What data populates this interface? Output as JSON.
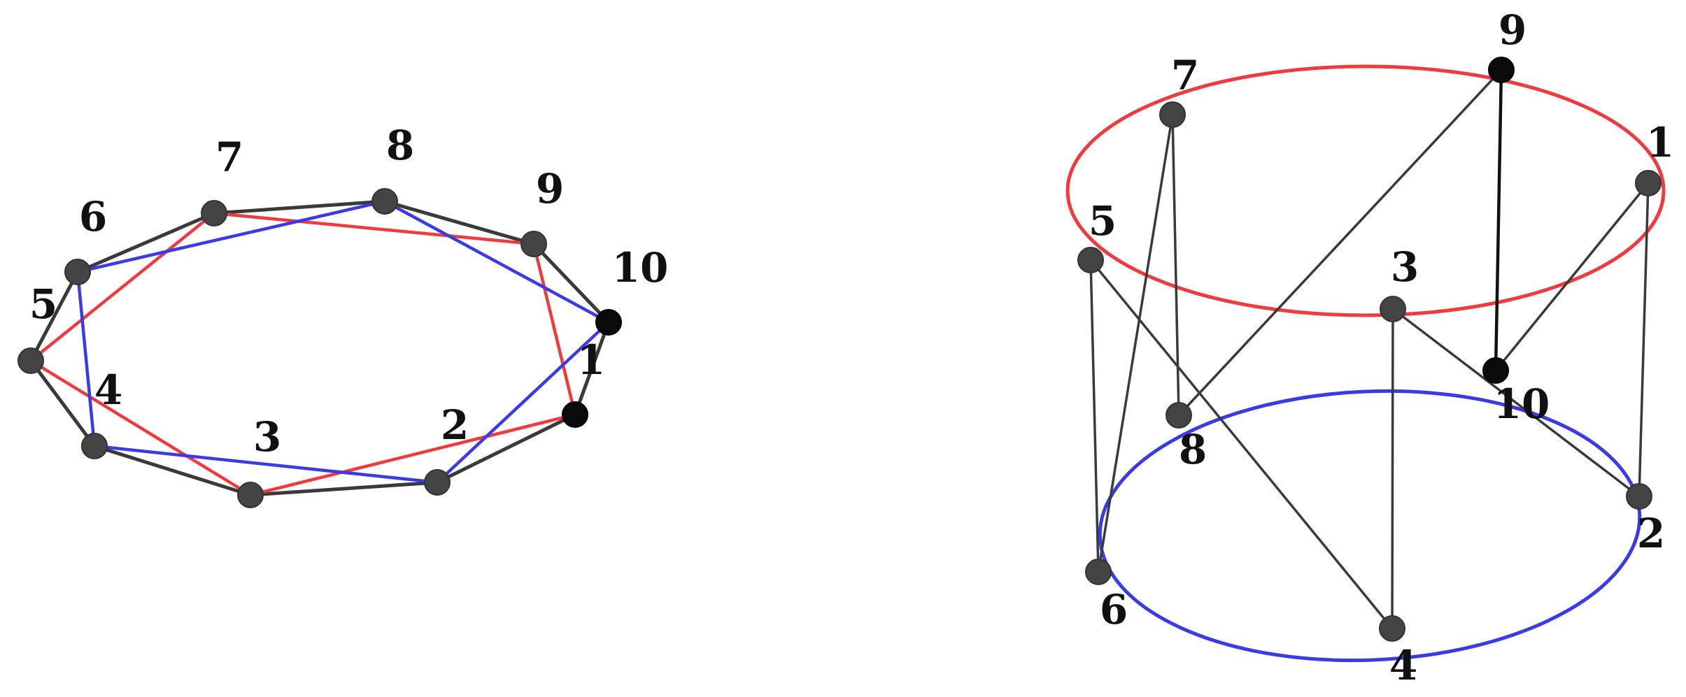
{
  "colors": {
    "gray": "#3a3a3a",
    "red": "#f03a3e",
    "blue": "#3a3ae6",
    "node_gray": "#444444",
    "node_dark": "#0a0a0a"
  },
  "graph1": {
    "nodes": [
      {
        "id": "1",
        "label": "1",
        "style": "dark"
      },
      {
        "id": "2",
        "label": "2",
        "style": "gray"
      },
      {
        "id": "3",
        "label": "3",
        "style": "gray"
      },
      {
        "id": "4",
        "label": "4",
        "style": "gray"
      },
      {
        "id": "5",
        "label": "5",
        "style": "gray"
      },
      {
        "id": "6",
        "label": "6",
        "style": "gray"
      },
      {
        "id": "7",
        "label": "7",
        "style": "gray"
      },
      {
        "id": "8",
        "label": "8",
        "style": "gray"
      },
      {
        "id": "9",
        "label": "9",
        "style": "gray"
      },
      {
        "id": "10",
        "label": "10",
        "style": "dark"
      }
    ],
    "edges": [
      {
        "from": "1",
        "to": "2",
        "color": "gray"
      },
      {
        "from": "2",
        "to": "3",
        "color": "gray"
      },
      {
        "from": "3",
        "to": "4",
        "color": "gray"
      },
      {
        "from": "4",
        "to": "5",
        "color": "gray"
      },
      {
        "from": "5",
        "to": "6",
        "color": "gray"
      },
      {
        "from": "6",
        "to": "7",
        "color": "gray"
      },
      {
        "from": "7",
        "to": "8",
        "color": "gray"
      },
      {
        "from": "8",
        "to": "9",
        "color": "gray"
      },
      {
        "from": "9",
        "to": "10",
        "color": "gray"
      },
      {
        "from": "10",
        "to": "1",
        "color": "gray"
      },
      {
        "from": "1",
        "to": "3",
        "color": "red"
      },
      {
        "from": "3",
        "to": "5",
        "color": "red"
      },
      {
        "from": "5",
        "to": "7",
        "color": "red"
      },
      {
        "from": "7",
        "to": "9",
        "color": "red"
      },
      {
        "from": "9",
        "to": "1",
        "color": "red"
      },
      {
        "from": "10",
        "to": "2",
        "color": "blue"
      },
      {
        "from": "2",
        "to": "4",
        "color": "blue"
      },
      {
        "from": "4",
        "to": "6",
        "color": "blue"
      },
      {
        "from": "6",
        "to": "8",
        "color": "blue"
      },
      {
        "from": "8",
        "to": "10",
        "color": "blue"
      }
    ]
  },
  "graph2": {
    "cycles": [
      {
        "name": "top",
        "color": "red"
      },
      {
        "name": "bottom",
        "color": "blue"
      }
    ],
    "nodes": [
      {
        "id": "1",
        "label": "1",
        "style": "gray"
      },
      {
        "id": "2",
        "label": "2",
        "style": "gray"
      },
      {
        "id": "3",
        "label": "3",
        "style": "gray"
      },
      {
        "id": "4",
        "label": "4",
        "style": "gray"
      },
      {
        "id": "5",
        "label": "5",
        "style": "gray"
      },
      {
        "id": "6",
        "label": "6",
        "style": "gray"
      },
      {
        "id": "7",
        "label": "7",
        "style": "gray"
      },
      {
        "id": "8",
        "label": "8",
        "style": "gray"
      },
      {
        "id": "9",
        "label": "9",
        "style": "dark"
      },
      {
        "id": "10",
        "label": "10",
        "style": "dark"
      }
    ],
    "edges": [
      {
        "from": "7",
        "to": "8",
        "color": "gray"
      },
      {
        "from": "7",
        "to": "6",
        "color": "gray"
      },
      {
        "from": "9",
        "to": "8",
        "color": "gray"
      },
      {
        "from": "9",
        "to": "10",
        "color": "gray"
      },
      {
        "from": "1",
        "to": "10",
        "color": "gray"
      },
      {
        "from": "1",
        "to": "2",
        "color": "gray"
      },
      {
        "from": "5",
        "to": "6",
        "color": "gray"
      },
      {
        "from": "5",
        "to": "4",
        "color": "gray"
      },
      {
        "from": "3",
        "to": "4",
        "color": "gray"
      },
      {
        "from": "3",
        "to": "2",
        "color": "gray"
      }
    ]
  }
}
